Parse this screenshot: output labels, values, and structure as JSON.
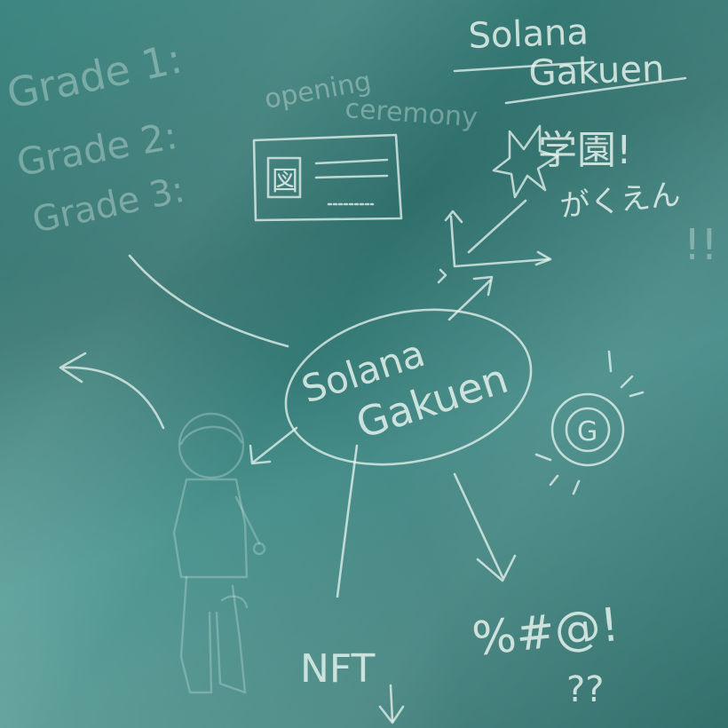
{
  "title": {
    "line1": "Solana",
    "line2": "Gakuen"
  },
  "grades": [
    "Grade 1:",
    "Grade 2:",
    "Grade 3:"
  ],
  "opening": {
    "line1": "opening",
    "line2": "ceremony"
  },
  "japanese": {
    "kanji": "学園!",
    "kana": "がくえん",
    "exclaim": "!!"
  },
  "center": {
    "line1": "Solana",
    "line2": "Gakuen"
  },
  "nft_label": "NFT",
  "symbols": {
    "line1": "%#@!",
    "line2": "??"
  },
  "coin_letter": "G",
  "card_glyph": "図"
}
